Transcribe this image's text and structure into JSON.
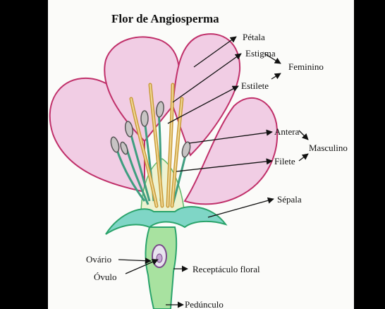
{
  "title": "Flor de Angiosperma",
  "labels": {
    "petala": "Pétala",
    "estigma": "Estigma",
    "estilete": "Estilete",
    "feminino": "Feminino",
    "antera": "Antera",
    "filete": "Filete",
    "masculino": "Masculino",
    "sepala": "Sépala",
    "ovario": "Ovário",
    "ovulo": "Óvulo",
    "receptaculo": "Receptáculo floral",
    "pedunculo": "Pedúnculo"
  },
  "colors": {
    "petal_fill": "#f1cde4",
    "petal_stroke": "#c0306a",
    "sepal_fill": "#7fd6c6",
    "sepal_stroke": "#2aa36b",
    "receptacle_fill": "#a8e2a0",
    "style_fill": "#e6c26a",
    "anther_fill": "#c8c4c4",
    "filament_fill": "#56b89a"
  }
}
